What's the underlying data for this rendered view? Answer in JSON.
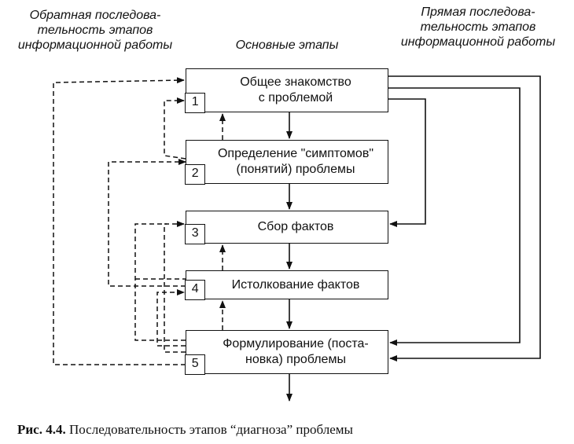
{
  "headers": {
    "reverse": "Обратная последова-\nтельность этапов\nинформационной работы",
    "main": "Основные этапы",
    "direct": "Прямая последова-\nтельность этапов\nинформационной работы"
  },
  "stages": [
    {
      "num": "1",
      "label": "Общее знакомство\nс проблемой"
    },
    {
      "num": "2",
      "label": "Определение \"симптомов\"\n(понятий) проблемы"
    },
    {
      "num": "3",
      "label": "Сбор фактов"
    },
    {
      "num": "4",
      "label": "Истолкование фактов"
    },
    {
      "num": "5",
      "label": "Формулирование (поста-\nновка) проблемы"
    }
  ],
  "caption": {
    "figure": "Рис. 4.4.",
    "text": "Последовательность этапов “диагноза” проблемы"
  }
}
